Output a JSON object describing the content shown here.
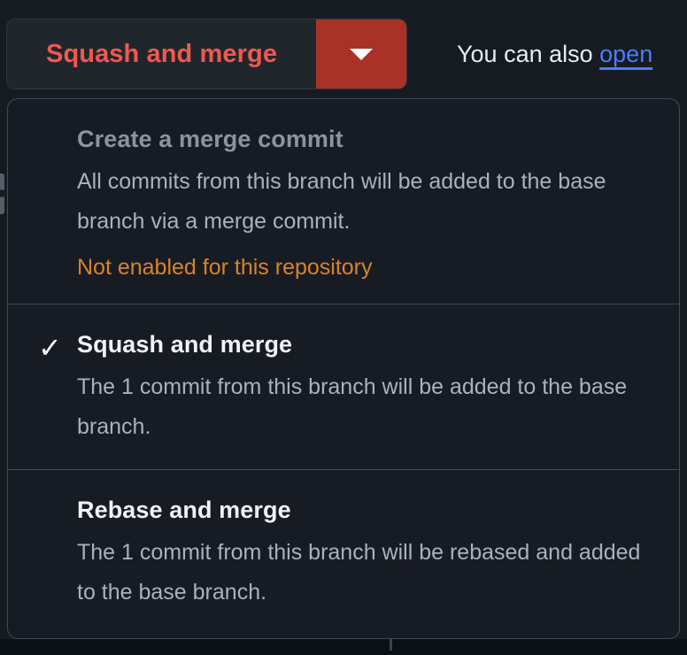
{
  "merge_button": {
    "primary_label": "Squash and merge",
    "caret_icon": "chevron-down-icon",
    "primary_text_color": "#f0584f",
    "caret_background_color": "#a93226"
  },
  "side_note": {
    "text": "You can also ",
    "link_label": "open",
    "link_color": "#4a7dff"
  },
  "merge_menu": {
    "options": [
      {
        "title": "Create a merge commit",
        "description": "All commits from this branch will be added to the base branch via a merge commit.",
        "note": "Not enabled for this repository",
        "note_color": "#d9822b",
        "selected": false,
        "disabled": true
      },
      {
        "title": "Squash and merge",
        "description": "The 1 commit from this branch will be added to the base branch.",
        "note": "",
        "check_icon": "check-icon",
        "selected": true,
        "disabled": false
      },
      {
        "title": "Rebase and merge",
        "description": "The 1 commit from this branch will be rebased and added to the base branch.",
        "note": "",
        "selected": false,
        "disabled": false
      }
    ]
  }
}
